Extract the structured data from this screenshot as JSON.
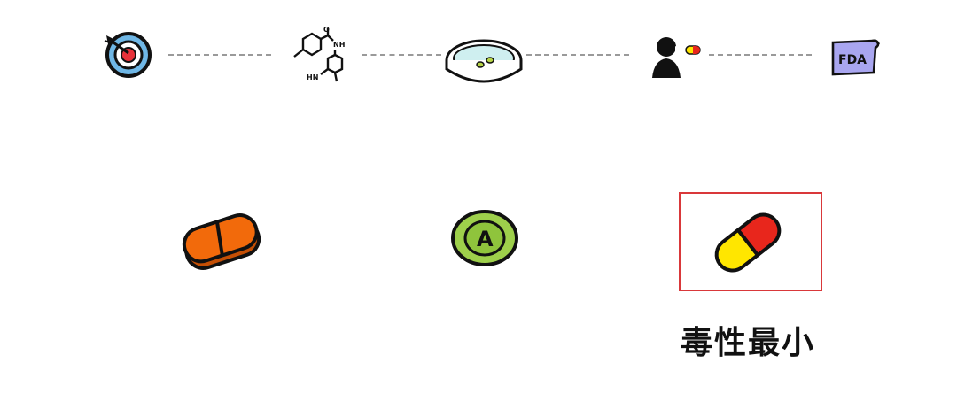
{
  "stages": [
    {
      "name": "target",
      "icon": "target-icon"
    },
    {
      "name": "molecule",
      "icon": "molecule-structure-icon",
      "labels": {
        "oxygen": "O",
        "nh": "NH",
        "hn": "HN"
      }
    },
    {
      "name": "petri-dish",
      "icon": "petri-dish-icon"
    },
    {
      "name": "human-trial",
      "icon": "person-taking-pill-icon"
    },
    {
      "name": "approval",
      "icon": "fda-document-icon",
      "label": "FDA"
    }
  ],
  "candidates": [
    {
      "name": "orange-tablet",
      "icon": "orange-tablet-icon",
      "color": "#f26a0b"
    },
    {
      "name": "green-pill",
      "icon": "green-pill-icon",
      "letter": "A",
      "color": "#9ed04b"
    },
    {
      "name": "capsule",
      "icon": "capsule-icon",
      "colors": [
        "#e8261c",
        "#ffe600"
      ],
      "selected": true
    }
  ],
  "caption": "毒性最小",
  "colors": {
    "highlight": "#d9383a",
    "connector": "#9a9a9a",
    "fda_paper": "#a9a6f0",
    "target_blue": "#6fb7e6",
    "target_red": "#e8323a"
  }
}
